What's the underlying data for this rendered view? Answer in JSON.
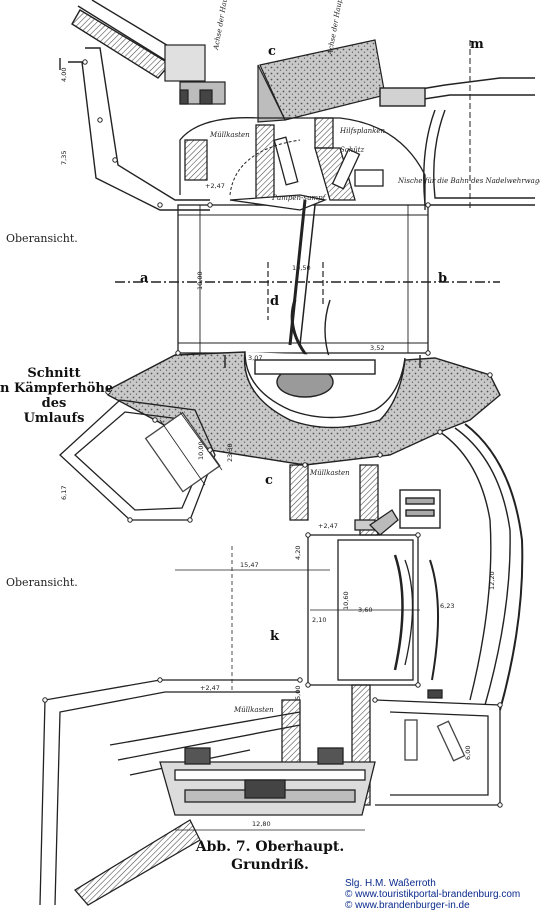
{
  "drawing": {
    "section_labels": {
      "top_plan": "Oberansicht.",
      "cut_line1": "Schnitt",
      "cut_line2": "n Kämpferhöhe",
      "cut_line3": "des",
      "cut_line4": "Umlaufs",
      "lower_plan": "Oberansicht."
    },
    "caption": {
      "title": "Abb. 7. Oberhaupt.",
      "subtitle": "Grundriß."
    },
    "section_markers": {
      "a": "a",
      "b": "b",
      "c_top": "c",
      "c_mid": "c",
      "d": "d",
      "k": "k",
      "m": "m"
    },
    "annotations": {
      "haupttraeger_left": "Achse der Hauptträger",
      "haupttraeger_right": "Achse der Hauptträger",
      "muellkasten_1": "Müllkasten",
      "muellkasten_2": "Müllkasten",
      "muellkasten_3": "Müllkasten",
      "hilfsplanken": "Hilfsplanken",
      "schuetz": "Schütz",
      "nische": "Nische für die Bahn des Nadelwehrwagens",
      "pumpen": "Pumpen-sumpf"
    },
    "dimensions": {
      "d_top_left": "4,00",
      "d_left_2": "7,35",
      "d_elev_1": "+2,47",
      "d_width": "10,00",
      "d_axis": "10,50",
      "d_607": "3,07",
      "d_352": "3,52",
      "d_lower_1": "10,00",
      "d_lower_2": "23,30",
      "d_elev_2": "+2,47",
      "d_617": "6,17",
      "d_1547": "15,47",
      "d_210": "2,10",
      "d_360": "3,60",
      "d_623": "6,23",
      "d_elev_3": "+2,47",
      "d_1220": "12,20",
      "d_1060": "10,60",
      "d_420": "4,20",
      "d_500": "5,00",
      "d_600": "6,00",
      "d_1280": "12,80"
    },
    "credit": {
      "line1": "Slg. H.M. Waßerroth",
      "line2": "© www.touristikportal-brandenburg.com",
      "line3": "© www.brandenburger-in.de"
    }
  }
}
